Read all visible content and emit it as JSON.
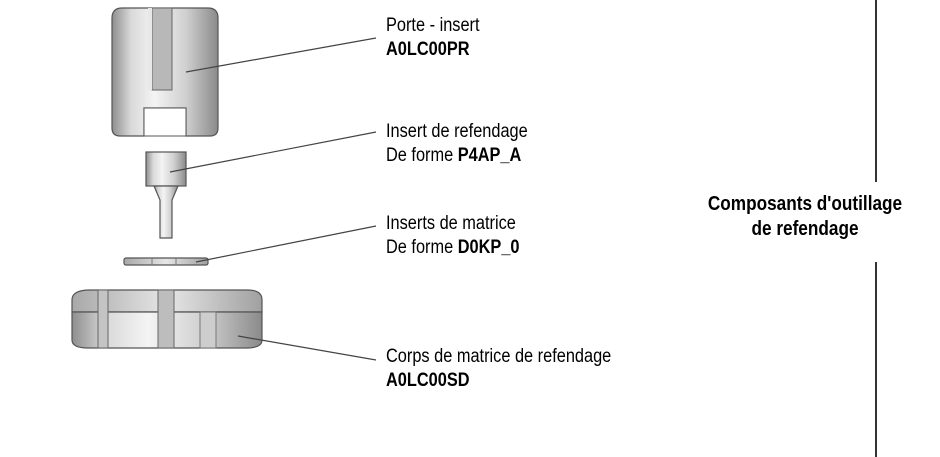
{
  "components": [
    {
      "name": "Porte - insert",
      "prefix": "",
      "code": "A0LC00PR"
    },
    {
      "name": "Insert de refendage",
      "prefix": "De forme ",
      "code": "P4AP_A"
    },
    {
      "name": "Inserts de matrice",
      "prefix": "De forme ",
      "code": "D0KP_0"
    },
    {
      "name": "Corps de matrice de refendage",
      "prefix": "",
      "code": "A0LC00SD"
    }
  ],
  "side_title": {
    "line1": "Composants d'outillage",
    "line2": "de refendage"
  }
}
